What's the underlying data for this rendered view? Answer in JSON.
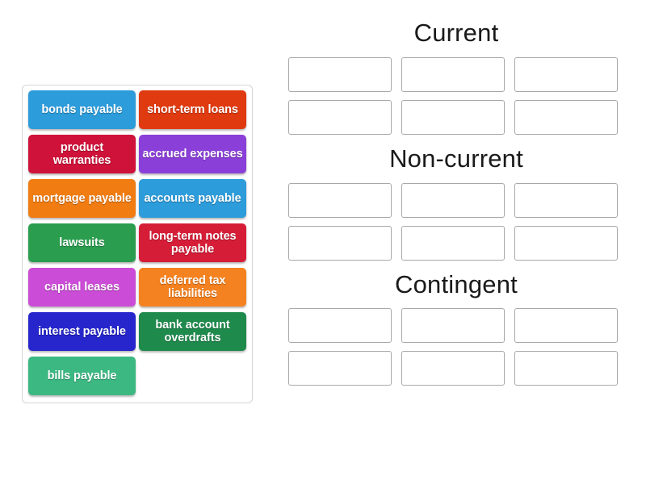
{
  "tray": {
    "name": "liabilities-tile-tray",
    "tiles": [
      {
        "label": "bonds payable",
        "color": "#2d9cdb"
      },
      {
        "label": "short-term loans",
        "color": "#e03a10"
      },
      {
        "label": "product warranties",
        "color": "#cf1239"
      },
      {
        "label": "accrued expenses",
        "color": "#8b3fd9"
      },
      {
        "label": "mortgage payable",
        "color": "#f07c12"
      },
      {
        "label": "accounts payable",
        "color": "#2d9cdb"
      },
      {
        "label": "lawsuits",
        "color": "#2a9d4f"
      },
      {
        "label": "long-term notes payable",
        "color": "#d61d38"
      },
      {
        "label": "capital leases",
        "color": "#cb4cd6"
      },
      {
        "label": "deferred tax liabilities",
        "color": "#f58220"
      },
      {
        "label": "interest payable",
        "color": "#2626cc"
      },
      {
        "label": "bank account overdrafts",
        "color": "#1e8a4c"
      },
      {
        "label": "bills payable",
        "color": "#3cb882"
      }
    ]
  },
  "groups": [
    {
      "title": "Current",
      "slots": [
        "",
        "",
        "",
        "",
        "",
        ""
      ]
    },
    {
      "title": "Non-current",
      "slots": [
        "",
        "",
        "",
        "",
        "",
        ""
      ]
    },
    {
      "title": "Contingent",
      "slots": [
        "",
        "",
        "",
        "",
        "",
        ""
      ]
    }
  ]
}
